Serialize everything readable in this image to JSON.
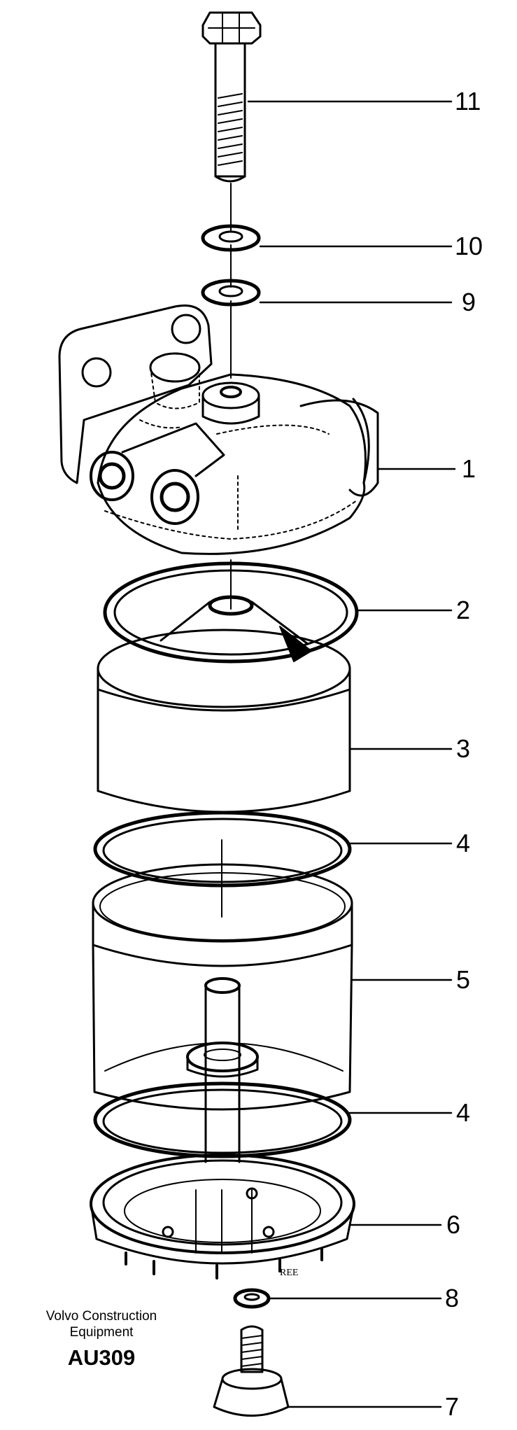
{
  "diagram": {
    "parts": [
      {
        "label": "11",
        "name": "bolt"
      },
      {
        "label": "10",
        "name": "washer-upper"
      },
      {
        "label": "9",
        "name": "washer-lower"
      },
      {
        "label": "1",
        "name": "filter-head"
      },
      {
        "label": "2",
        "name": "seal-ring-top"
      },
      {
        "label": "3",
        "name": "filter-element"
      },
      {
        "label": "4",
        "name": "seal-ring-upper"
      },
      {
        "label": "5",
        "name": "filter-bowl"
      },
      {
        "label": "4",
        "name": "seal-ring-lower"
      },
      {
        "label": "6",
        "name": "bottom-cup"
      },
      {
        "label": "8",
        "name": "drain-washer"
      },
      {
        "label": "7",
        "name": "drain-plug"
      }
    ],
    "signature": "REE"
  },
  "caption": {
    "company": "Volvo Construction",
    "equipment": "Equipment",
    "code": "AU309"
  },
  "colors": {
    "ink": "#000000",
    "paper": "#ffffff"
  }
}
